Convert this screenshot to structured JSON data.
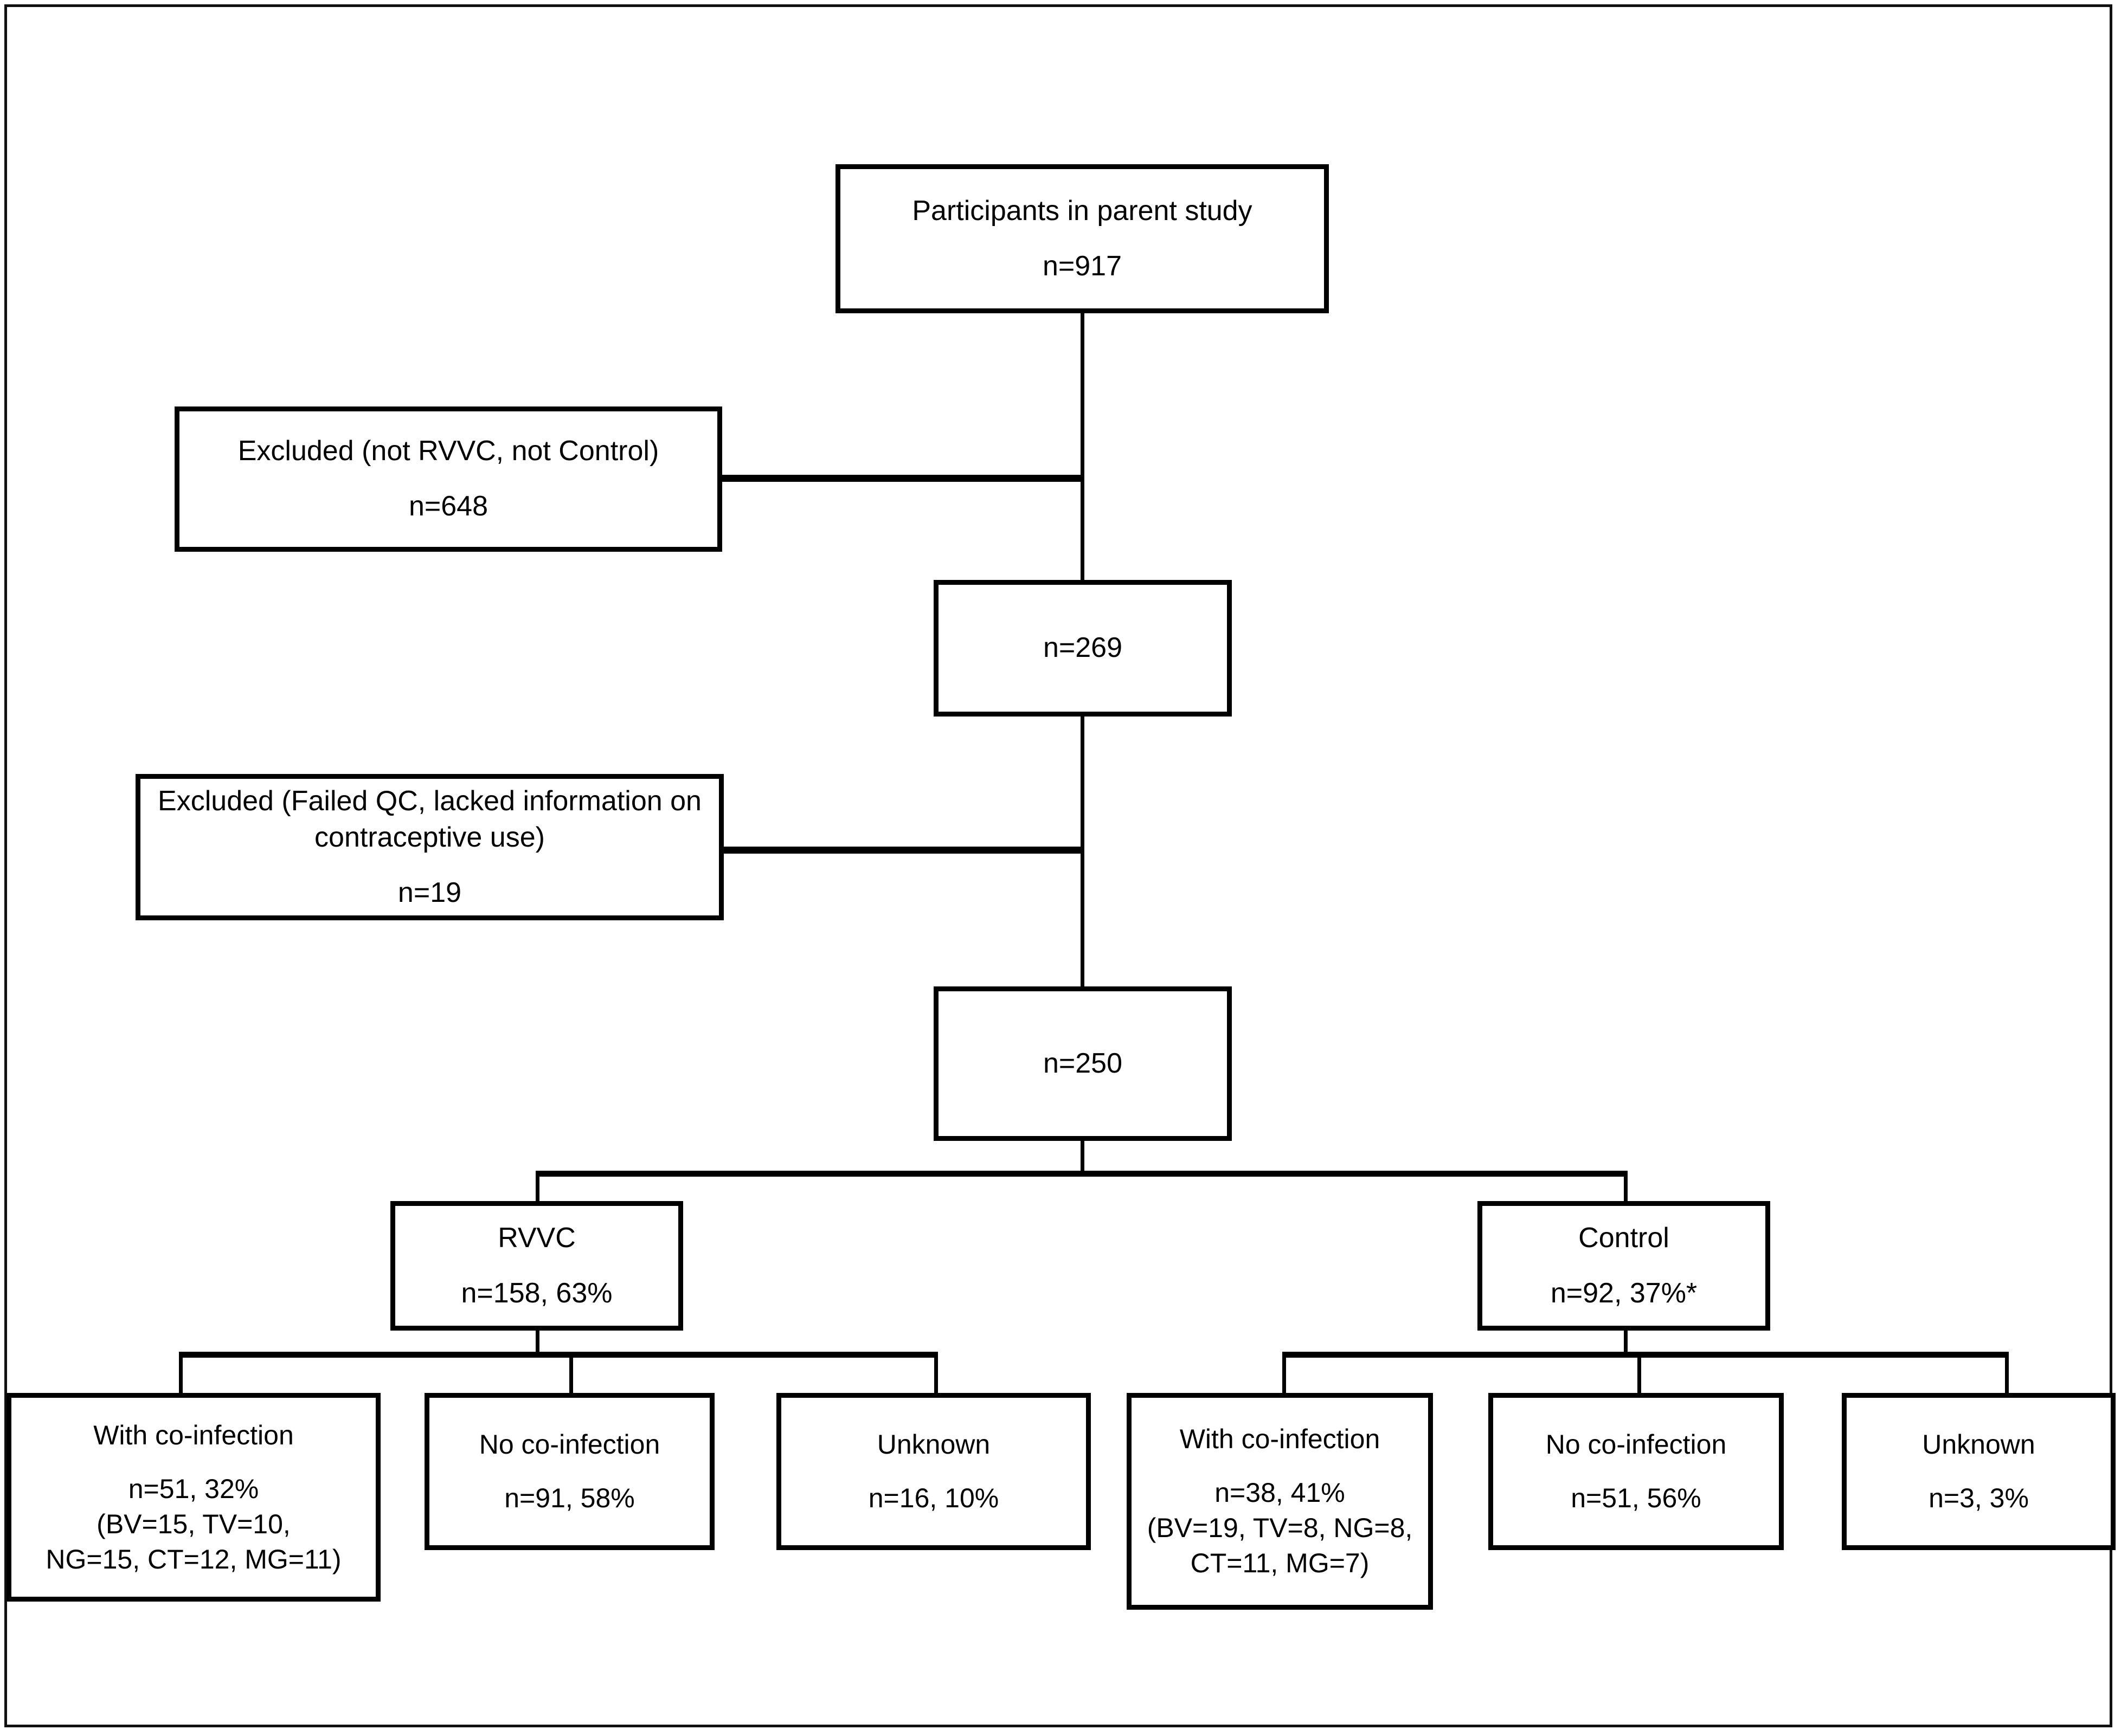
{
  "figure": {
    "type": "study-flow-diagram",
    "title_text": "",
    "footnote": "*"
  },
  "nodes": {
    "parent_study": {
      "label": "Participants in parent study",
      "count": "n=917"
    },
    "excluded_1": {
      "label": "Excluded (not RVVC, not Control)",
      "count": "n=648"
    },
    "after_exclusion_1": {
      "count": "n=269"
    },
    "excluded_2": {
      "label_line1": "Excluded (Failed QC, lacked information on",
      "label_line2": "contraceptive use)",
      "count": "n=19"
    },
    "after_exclusion_2": {
      "count": "n=250"
    },
    "rvvc_group": {
      "label": "RVVC",
      "count": "n=158, 63%"
    },
    "control_group": {
      "label": "Control",
      "count": "n=92, 37%*"
    },
    "rvvc_with_coinfection": {
      "label": "With co-infection",
      "count": "n=51, 32%",
      "breakdown_line1": "(BV=15, TV=10,",
      "breakdown_line2": "NG=15, CT=12, MG=11)"
    },
    "rvvc_no_coinfection": {
      "label": "No co-infection",
      "count": "n=91, 58%"
    },
    "rvvc_unknown": {
      "label": "Unknown",
      "count": "n=16, 10%"
    },
    "control_with_coinfection": {
      "label": "With co-infection",
      "count": "n=38, 41%",
      "breakdown_line1": "(BV=19, TV=8, NG=8,",
      "breakdown_line2": "CT=11, MG=7)"
    },
    "control_no_coinfection": {
      "label": "No co-infection",
      "count": "n=51, 56%"
    },
    "control_unknown": {
      "label": "Unknown",
      "count": "n=3, 3%"
    }
  },
  "colors": {
    "box_border": "#000000",
    "connector": "#000000",
    "background": "#ffffff",
    "text": "#000000"
  }
}
